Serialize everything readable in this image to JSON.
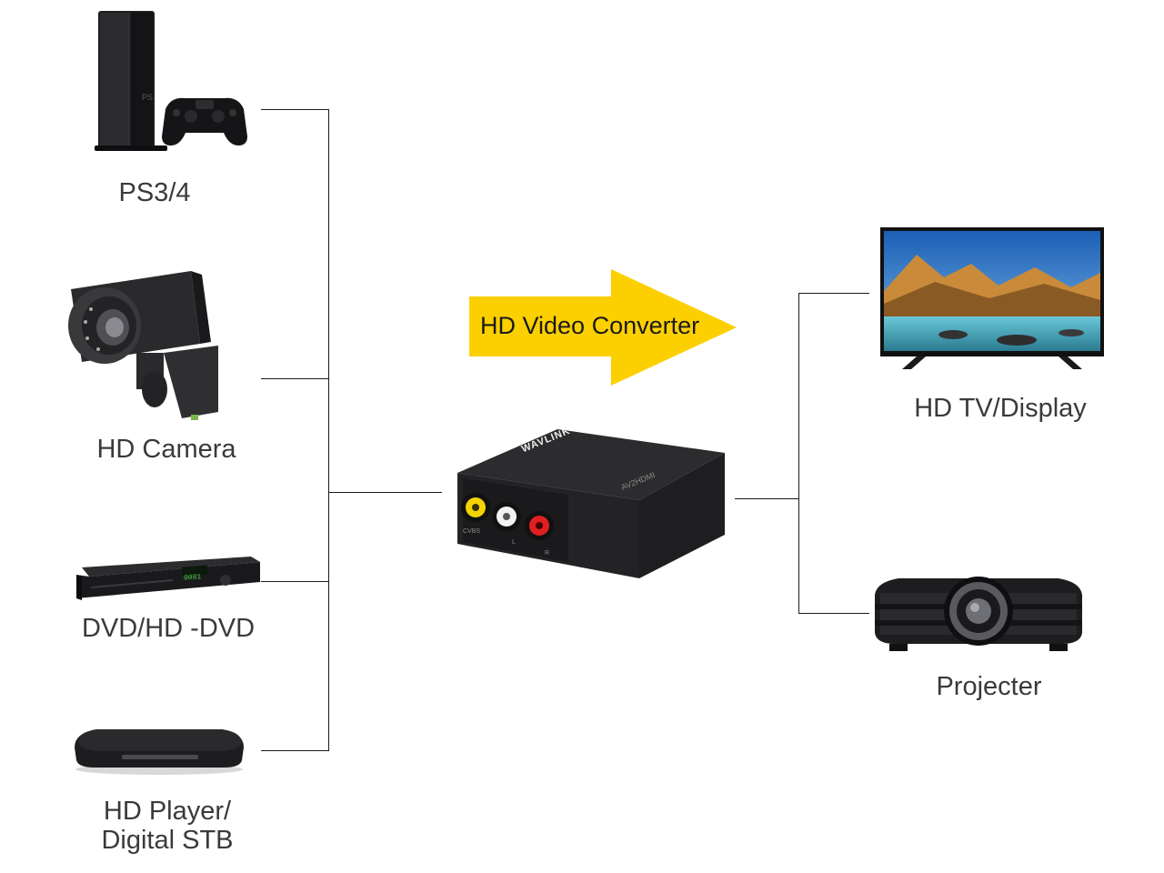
{
  "sources": [
    {
      "label": "PS3/4",
      "icon": "game-console-icon"
    },
    {
      "label": "HD Camera",
      "icon": "security-camera-icon"
    },
    {
      "label": "DVD/HD -DVD",
      "icon": "dvd-player-icon"
    },
    {
      "label_line1": "HD Player/",
      "label_line2": "Digital STB",
      "icon": "set-top-box-icon"
    }
  ],
  "converter": {
    "arrow_label": "HD Video Converter",
    "brand": "WAVLINK",
    "model": "AV2HDMI",
    "port_labels": [
      "CVBS",
      "L",
      "R"
    ],
    "arrow_color": "#fcd000"
  },
  "outputs": [
    {
      "label": "HD TV/Display",
      "icon": "tv-display-icon"
    },
    {
      "label": "Projecter",
      "icon": "projector-icon"
    }
  ]
}
